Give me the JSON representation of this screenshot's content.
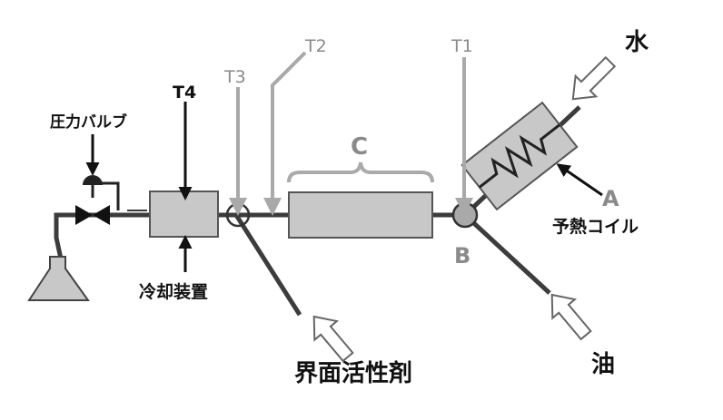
{
  "labels": {
    "water": "水",
    "oil": "油",
    "surfactant": "界面活性剤",
    "preheat_coil": "予熱コイル",
    "pressure_valve": "圧力バルブ",
    "cooler": "冷却装置",
    "a": "A",
    "b": "B",
    "c": "C",
    "t1": "T1",
    "t2": "T2",
    "t3": "T3",
    "t4": "T4"
  },
  "colors": {
    "pipe": "#3c3c3c",
    "probe": "#a9a9a9",
    "box_fill": "#c8c8c8",
    "box_stroke": "#555555",
    "label_dark": "#111111",
    "label_gray": "#8a8a8a"
  }
}
